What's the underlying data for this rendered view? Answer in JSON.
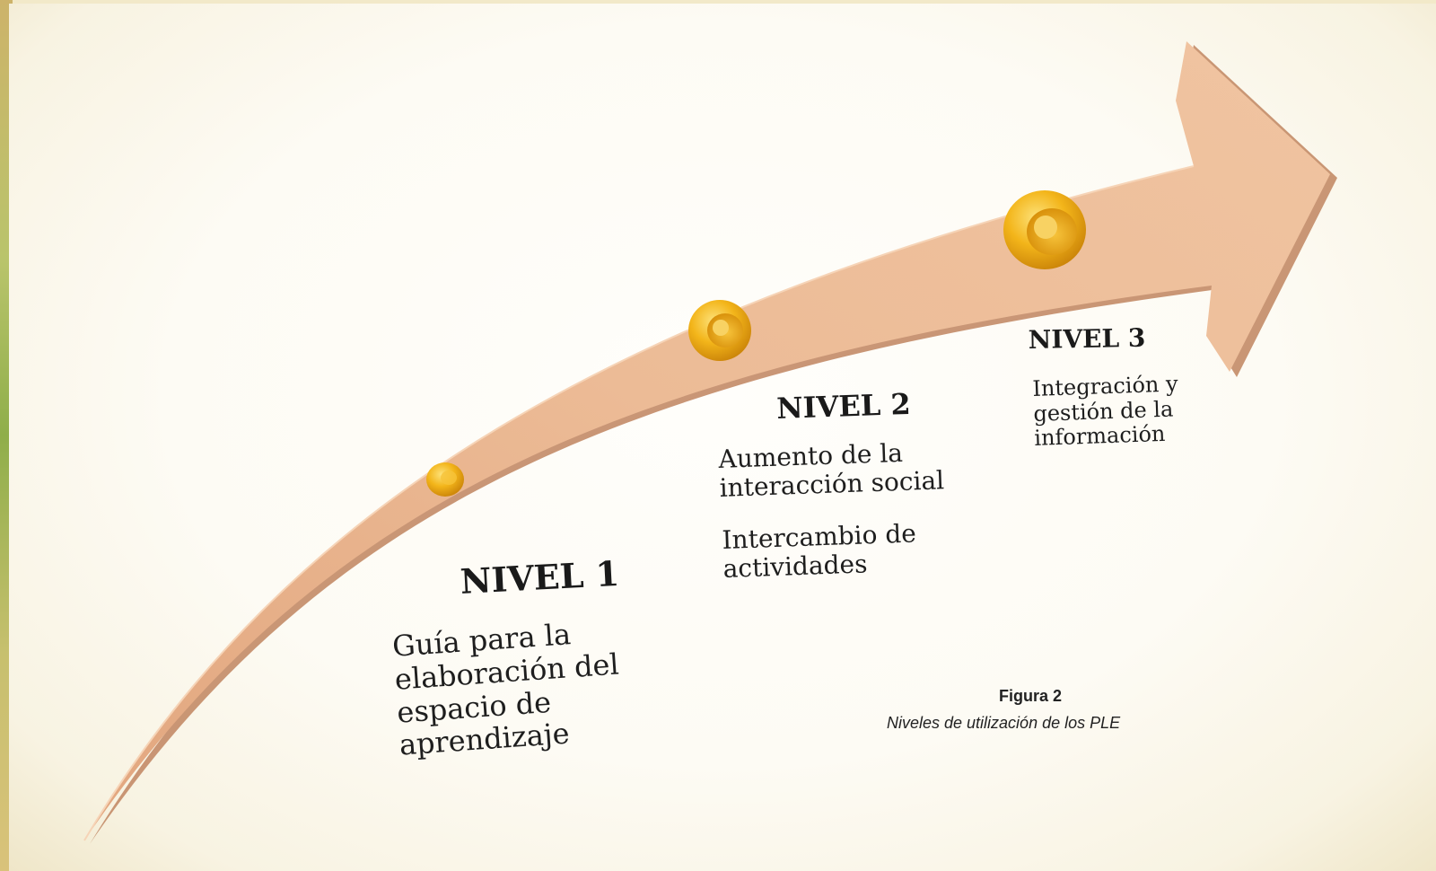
{
  "levels": [
    {
      "title": "NIVEL 1",
      "lines": [
        "Guía para la",
        "elaboración del",
        "espacio de",
        "aprendizaje"
      ]
    },
    {
      "title": "NIVEL 2",
      "lines": [
        "Aumento de la",
        "interacción social"
      ],
      "lines2": [
        "Intercambio de",
        "actividades"
      ]
    },
    {
      "title": "NIVEL 3",
      "lines": [
        "Integración y",
        "gestión de la",
        "información"
      ]
    }
  ],
  "caption": {
    "label": "Figura 2",
    "text": "Niveles de utilización de los PLE"
  },
  "colors": {
    "arrow_fill": "#eab993",
    "arrow_edge": "#c98e68",
    "marker": "#f0b41c"
  }
}
